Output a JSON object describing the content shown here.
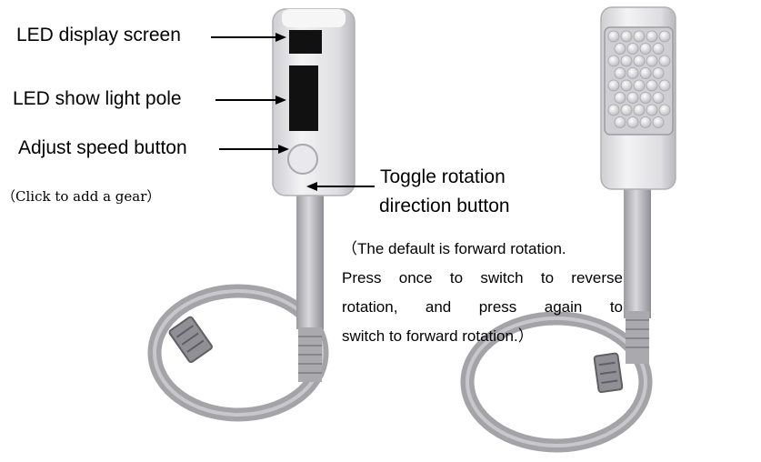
{
  "callouts": {
    "led_display": "LED display screen",
    "led_pole": "LED show light pole",
    "speed_button": "Adjust speed button",
    "speed_note": "（Click to add a gear）",
    "toggle_line1": "Toggle rotation",
    "toggle_line2": "direction button"
  },
  "toggle_note": {
    "line1": "（The default is forward rotation.",
    "line2": "Press once to switch to reverse",
    "line3": "rotation, and press again to",
    "line4": "switch to forward rotation.）"
  },
  "colors": {
    "device_body": "#e4e4e6",
    "device_shadow": "#b9b9be",
    "screen": "#111111",
    "cable": "#9c9ca1",
    "led_dome": "#d9d9dc"
  },
  "icons": [
    "arrow-left-icon"
  ]
}
